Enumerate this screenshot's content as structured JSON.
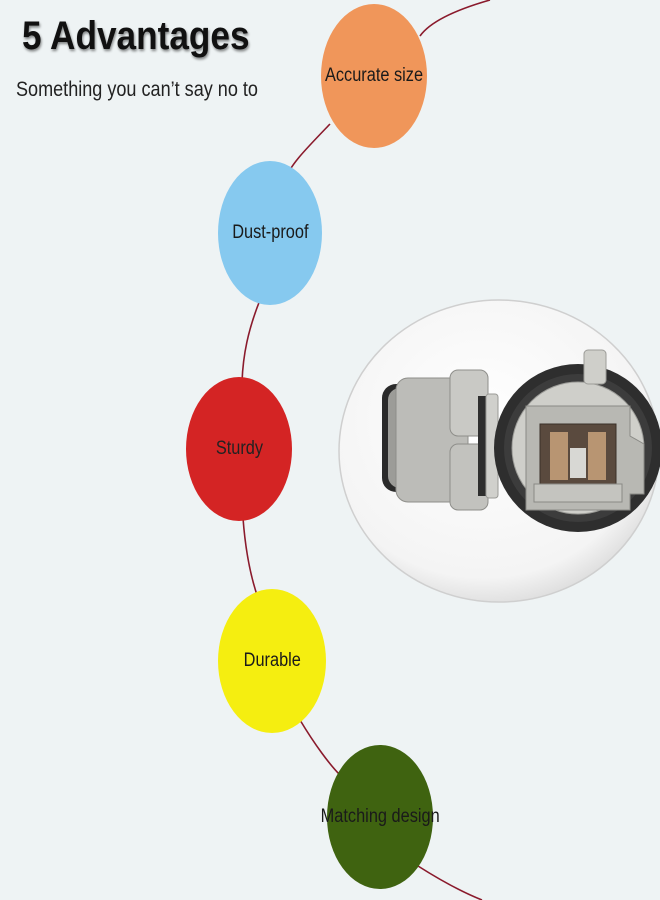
{
  "header": {
    "title": "5 Advantages",
    "subtitle": "Something you can’t say no to"
  },
  "advantages": [
    {
      "label": "Accurate size",
      "color": "#f0965a"
    },
    {
      "label": "Dust-proof",
      "color": "#86c9ef"
    },
    {
      "label": "Sturdy",
      "color": "#d42424"
    },
    {
      "label": "Durable",
      "color": "#f5ee10"
    },
    {
      "label": "Matching design",
      "color": "#3f6310"
    }
  ],
  "connector_color": "#8a1a2c",
  "product_image": {
    "subject": "bulb socket connector",
    "icon": "socket-photo"
  }
}
